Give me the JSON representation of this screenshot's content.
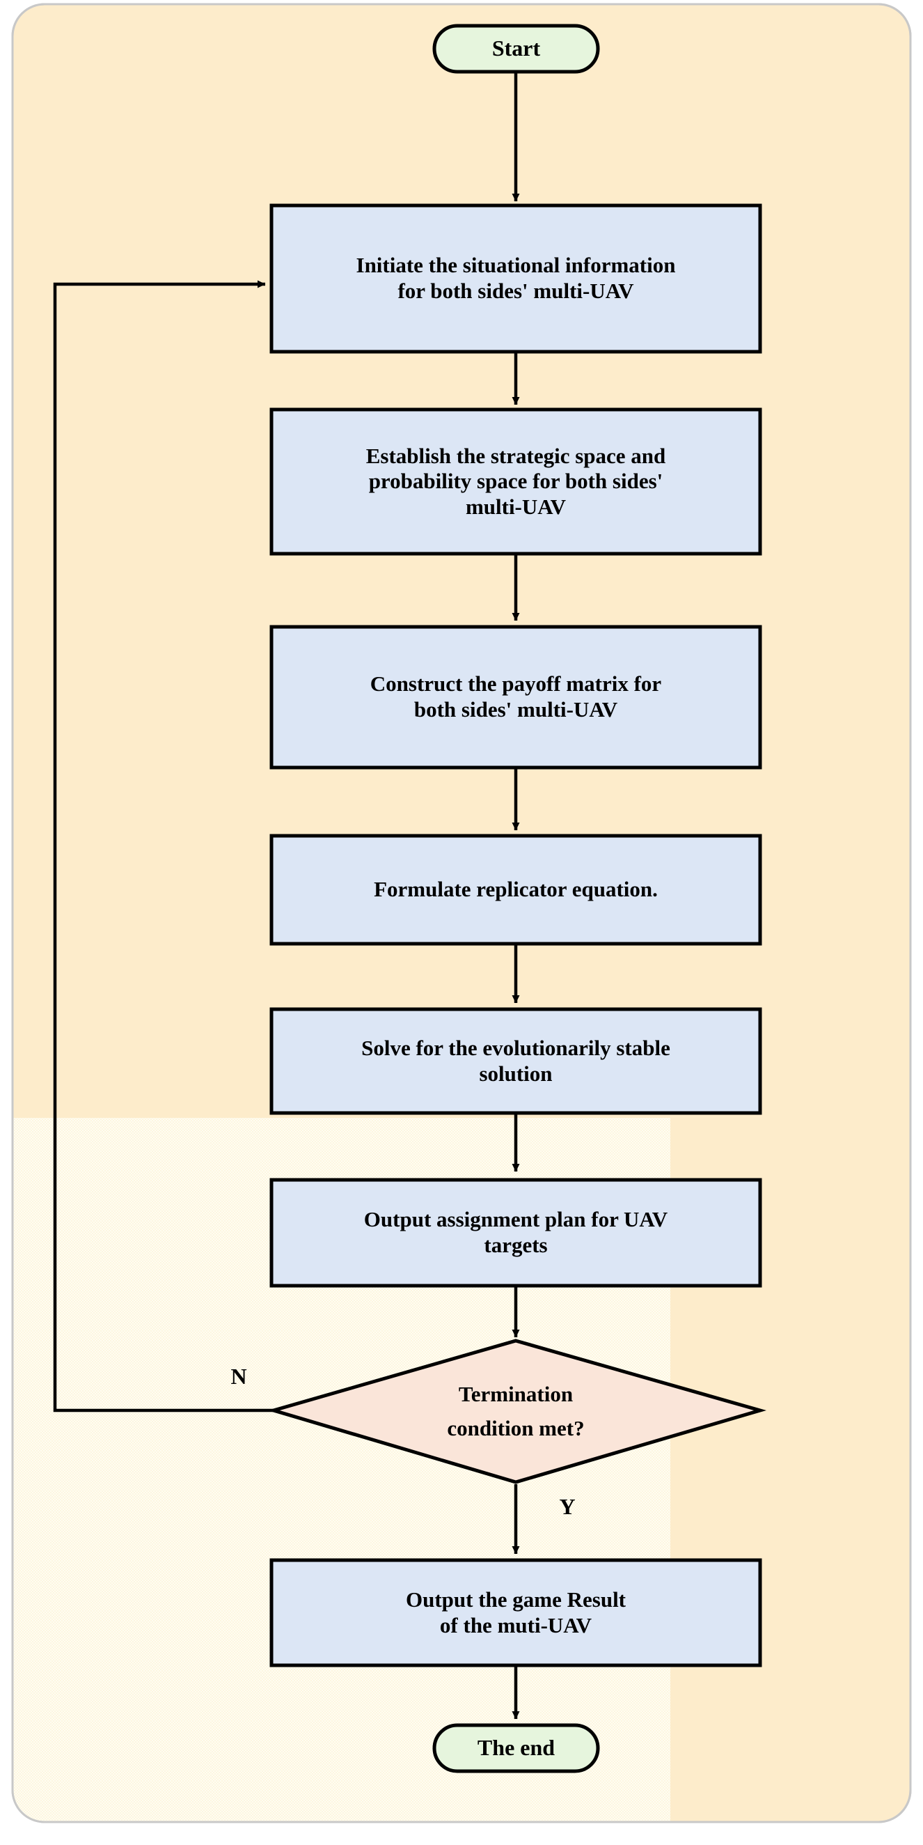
{
  "diagram": {
    "type": "flowchart",
    "title": "Multi-UAV evolutionary game target assignment flowchart",
    "colors": {
      "panel_fill": "#fdeccb",
      "panel_fill_alt": "#fdf8e4",
      "panel_border": "#c8c8c8",
      "process_fill": "#dce6f5",
      "terminal_fill": "#e6f5dd",
      "decision_fill": "#fae5d9",
      "stroke": "#000000"
    },
    "nodes": [
      {
        "id": "start",
        "shape": "terminator",
        "label": "Start"
      },
      {
        "id": "p1",
        "shape": "process",
        "label": "Initiate the situational information\nfor both sides' multi-UAV"
      },
      {
        "id": "p2",
        "shape": "process",
        "label": "Establish the strategic space and\nprobability space for both sides'\nmulti-UAV"
      },
      {
        "id": "p3",
        "shape": "process",
        "label": "Construct the payoff matrix for\nboth sides' multi-UAV"
      },
      {
        "id": "p4",
        "shape": "process",
        "label": "Formulate  replicator  equation."
      },
      {
        "id": "p5",
        "shape": "process",
        "label": "Solve for the evolutionarily stable\nsolution"
      },
      {
        "id": "p6",
        "shape": "process",
        "label": "Output  assignment plan for UAV\ntargets"
      },
      {
        "id": "decision",
        "shape": "decision",
        "label": "Termination\ncondition met?"
      },
      {
        "id": "p7",
        "shape": "process",
        "label": "Output the game Result\nof the muti-UAV"
      },
      {
        "id": "end",
        "shape": "terminator",
        "label": "The end"
      }
    ],
    "edge_labels": {
      "no": "N",
      "yes": "Y"
    },
    "edges": [
      {
        "from": "start",
        "to": "p1",
        "label": ""
      },
      {
        "from": "p1",
        "to": "p2",
        "label": ""
      },
      {
        "from": "p2",
        "to": "p3",
        "label": ""
      },
      {
        "from": "p3",
        "to": "p4",
        "label": ""
      },
      {
        "from": "p4",
        "to": "p5",
        "label": ""
      },
      {
        "from": "p5",
        "to": "p6",
        "label": ""
      },
      {
        "from": "p6",
        "to": "decision",
        "label": ""
      },
      {
        "from": "decision",
        "to": "p1",
        "label": "N"
      },
      {
        "from": "decision",
        "to": "p7",
        "label": "Y"
      },
      {
        "from": "p7",
        "to": "end",
        "label": ""
      }
    ]
  }
}
